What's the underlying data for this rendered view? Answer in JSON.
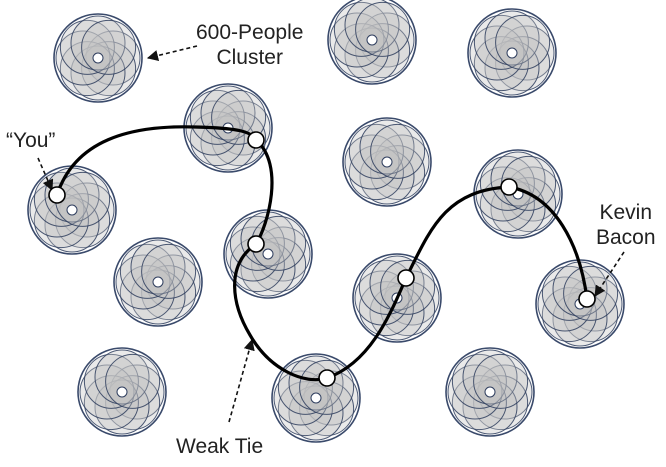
{
  "labels": {
    "cluster": [
      "600-People",
      "Cluster"
    ],
    "you": "“You”",
    "target": [
      "Kevin",
      "Bacon"
    ],
    "tie": "Weak Tie"
  },
  "colors": {
    "cluster_ring": "#3a4a6b",
    "petal_fill": "#c4c4c4",
    "petal_stroke": "#2f3e5e",
    "path": "#000000",
    "node_fill": "#ffffff",
    "text": "#222222"
  }
}
